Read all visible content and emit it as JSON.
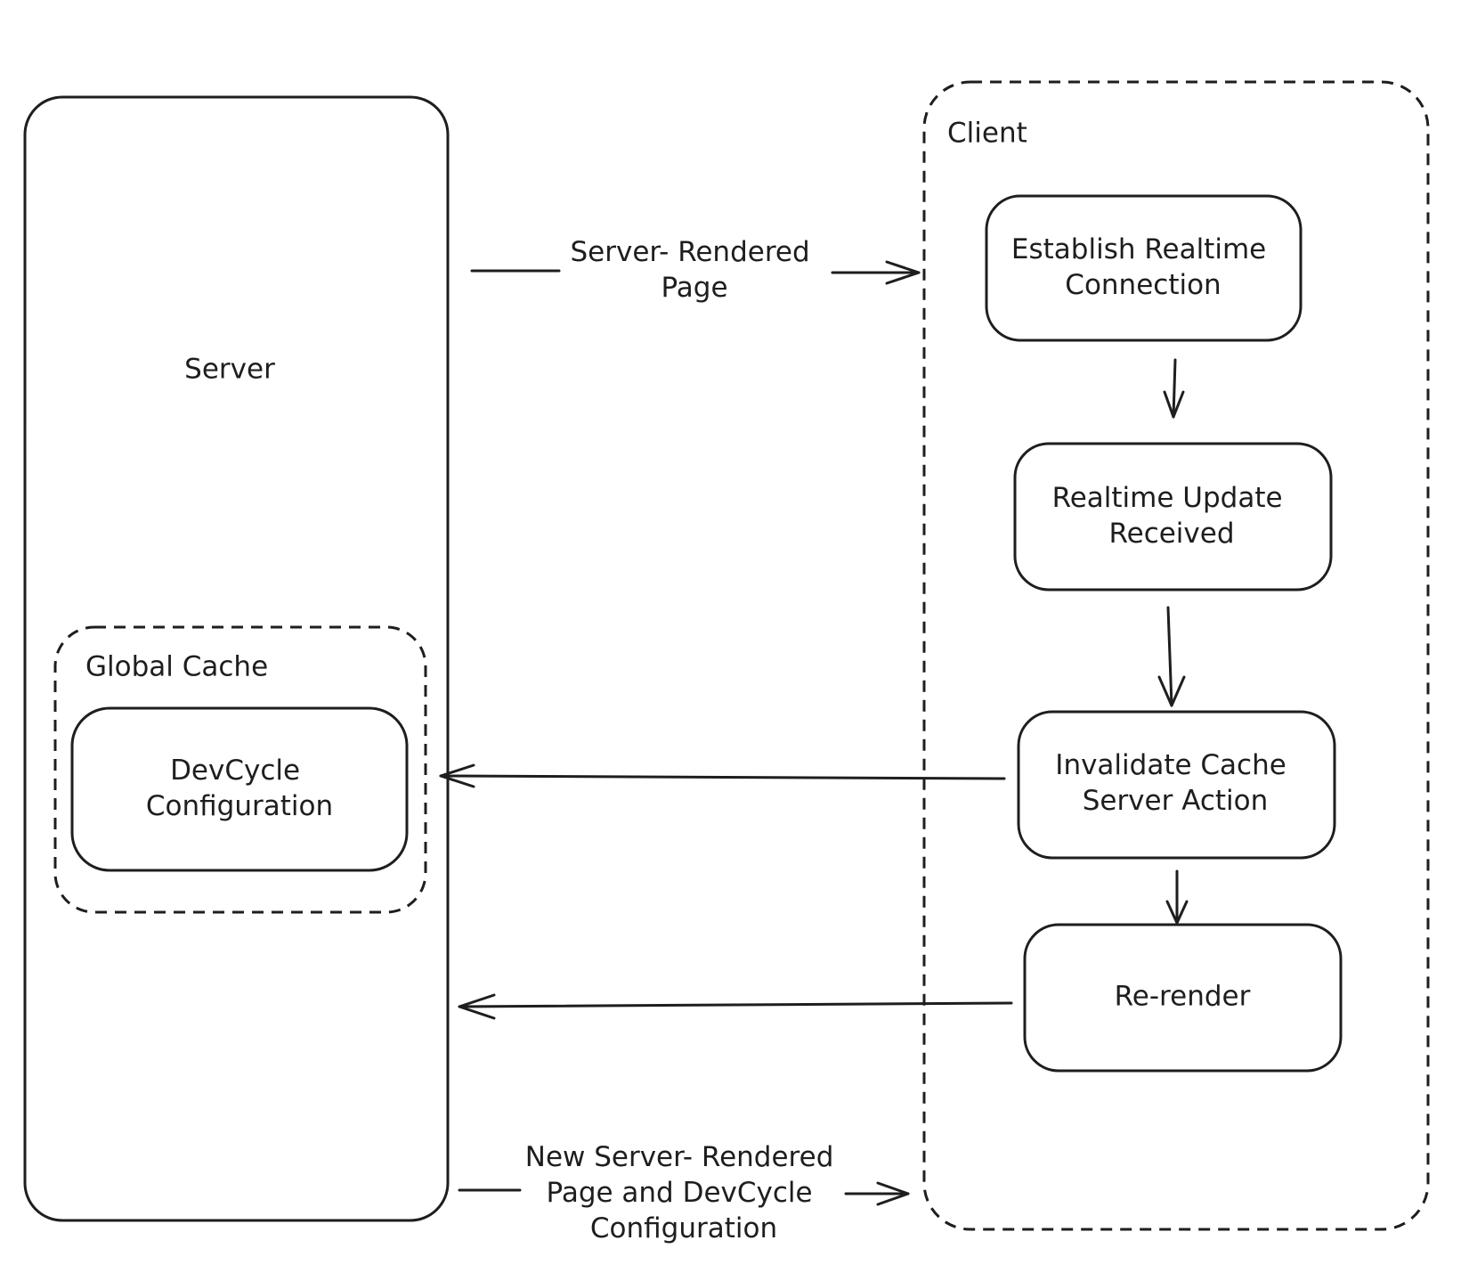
{
  "groups": {
    "server": "Server",
    "client": "Client",
    "global_cache": "Global Cache"
  },
  "nodes": {
    "devcycle_config": [
      "DevCycle",
      "Configuration"
    ],
    "establish": [
      "Establish Realtime",
      "Connection"
    ],
    "update_received": [
      "Realtime Update",
      "Received"
    ],
    "invalidate": [
      "Invalidate Cache",
      "Server Action"
    ],
    "rerender": [
      "Re-render"
    ]
  },
  "edges": {
    "server_rendered": [
      "Server- Rendered",
      "Page"
    ],
    "new_server_rendered": [
      "New Server- Rendered",
      "Page and DevCycle",
      "Configuration"
    ]
  }
}
